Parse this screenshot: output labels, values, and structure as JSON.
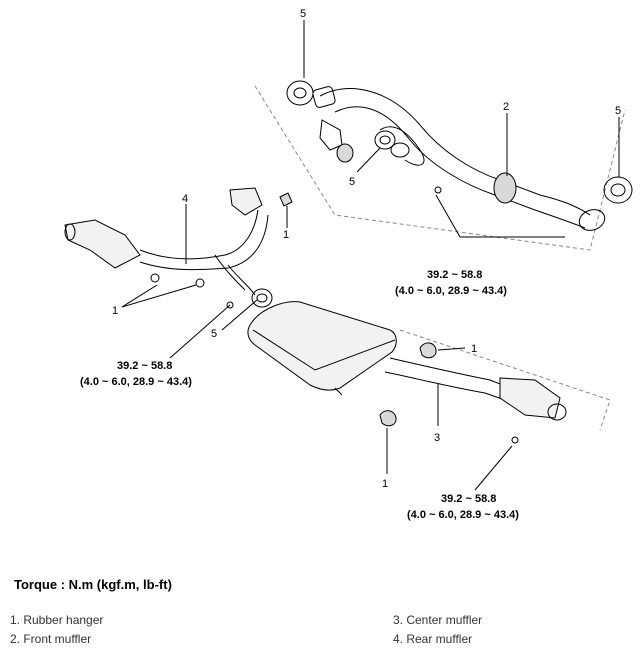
{
  "callouts": {
    "front_top_gasket": "5",
    "front_muffler": "2",
    "front_right_gasket": "5",
    "front_mid_gasket": "5",
    "rear_muffler": "4",
    "left_hanger": "1",
    "left_hangers_pair": "1",
    "left_gasket": "5",
    "center_hanger_right": "1",
    "center_muffler": "3",
    "center_hanger_bottom": "1"
  },
  "torque_specs": {
    "upper": {
      "line1": "39.2 ~ 58.8",
      "line2": "(4.0 ~ 6.0, 28.9 ~ 43.4)"
    },
    "left": {
      "line1": "39.2 ~ 58.8",
      "line2": "(4.0 ~ 6.0, 28.9 ~ 43.4)"
    },
    "lower": {
      "line1": "39.2 ~ 58.8",
      "line2": "(4.0 ~ 6.0, 28.9 ~ 43.4)"
    }
  },
  "torque_heading": "Torque : N.m (kgf.m, lb-ft)",
  "legend": {
    "item1": "1. Rubber hanger",
    "item2": "2. Front muffler",
    "item3": "3. Center muffler",
    "item4": "4. Rear muffler"
  },
  "colors": {
    "line": "#000000",
    "shade": "#d9d9d9",
    "dash": "#888888"
  }
}
